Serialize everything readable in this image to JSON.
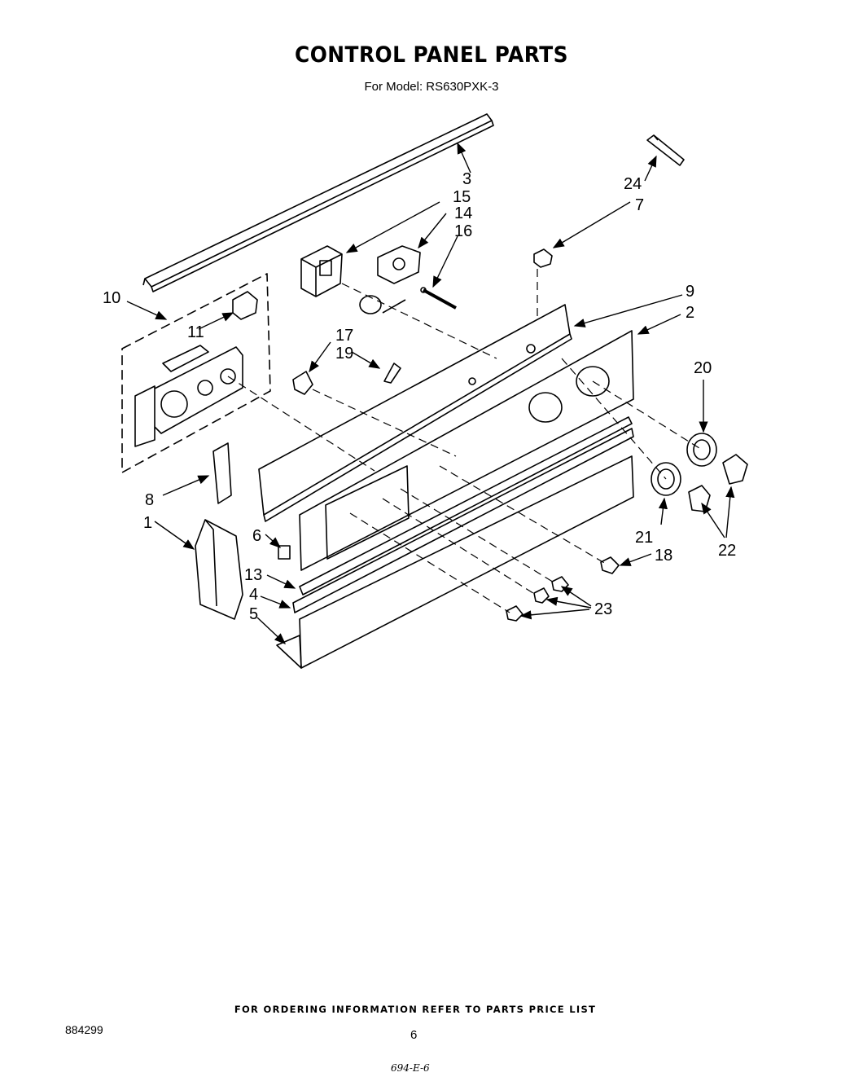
{
  "header": {
    "title": "CONTROL PANEL PARTS",
    "subtitle": "For Model: RS630PXK-3"
  },
  "callouts": {
    "c1": "1",
    "c2": "2",
    "c3": "3",
    "c4": "4",
    "c5": "5",
    "c6": "6",
    "c7": "7",
    "c8": "8",
    "c9": "9",
    "c10": "10",
    "c11": "11",
    "c13": "13",
    "c14": "14",
    "c15": "15",
    "c16": "16",
    "c17": "17",
    "c18": "18",
    "c19": "19",
    "c20": "20",
    "c21": "21",
    "c22": "22",
    "c23": "23",
    "c24": "24"
  },
  "footer": {
    "ordering_note": "FOR ORDERING INFORMATION REFER TO PARTS PRICE LIST",
    "document_number": "884299",
    "page_number": "6",
    "handwritten_note": "694-E-6"
  }
}
